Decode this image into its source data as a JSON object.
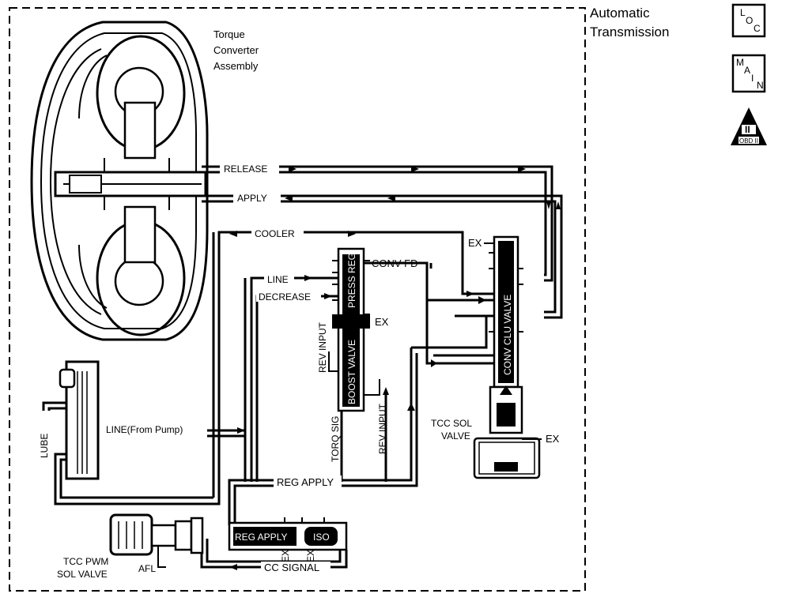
{
  "header": {
    "title_line1": "Automatic",
    "title_line2": "Transmission"
  },
  "badges": {
    "loc": {
      "top": "L",
      "mid": "O",
      "sub": "C"
    },
    "main": {
      "top": "M",
      "a": "A",
      "i": "I",
      "n": "N"
    },
    "obd": {
      "mark": "II",
      "text": "OBD II"
    }
  },
  "labels": {
    "torque1": "Torque",
    "torque2": "Converter",
    "torque3": "Assembly",
    "release": "RELEASE",
    "apply": "APPLY",
    "cooler": "COOLER",
    "conv_fd": "CONV FD",
    "line": "LINE",
    "decrease": "DECREASE",
    "ex_boost": "EX",
    "ex_top": "EX",
    "ex_sol": "EX",
    "rev_input_left": "REV INPUT",
    "torq_sig": "TORQ SIG",
    "rev_input_right": "REV INPUT",
    "boost_valve": "BOOST VALVE",
    "press_reg": "PRESS REG",
    "conv_clu_valve": "CONV CLU VALVE",
    "tcc_sol_1": "TCC SOL",
    "tcc_sol_2": "VALVE",
    "line_from_pump": "LINE(From Pump)",
    "lube": "LUBE",
    "reg_apply_line": "REG APPLY",
    "reg_apply_valve": "REG APPLY",
    "iso": "ISO",
    "ex_a": "EX",
    "ex_b": "EX",
    "cc_signal": "CC SIGNAL",
    "afl": "AFL",
    "tcc_pwm_1": "TCC PWM",
    "tcc_pwm_2": "SOL VALVE"
  }
}
